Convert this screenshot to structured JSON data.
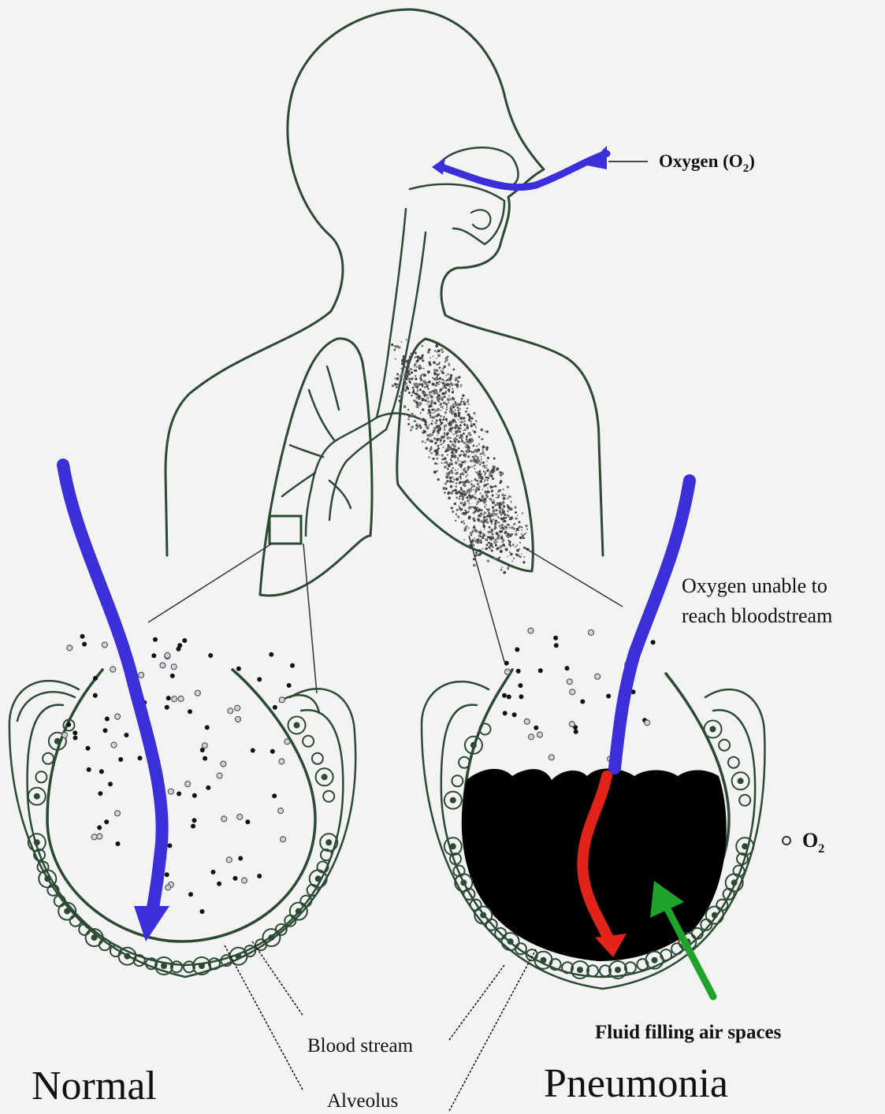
{
  "labels": {
    "oxygen": "Oxygen (O",
    "oxygen_sub": "2",
    "oxygen_close": ")",
    "o2_legend": "O",
    "o2_legend_sub": "2",
    "oxygen_unable_1": "Oxygen unable to",
    "oxygen_unable_2": "reach bloodstream",
    "fluid": "Fluid filling air spaces",
    "blood_stream": "Blood stream",
    "alveolus": "Alveolus",
    "normal": "Normal",
    "pneumonia": "Pneumonia"
  },
  "colors": {
    "outline": "#2c4a33",
    "oxygen_arrow": "#3a2fd8",
    "blocked_arrow": "#e2231a",
    "fluid_arrow": "#1fa32a",
    "fluid": "#000000",
    "background": "#f3f3f3"
  }
}
